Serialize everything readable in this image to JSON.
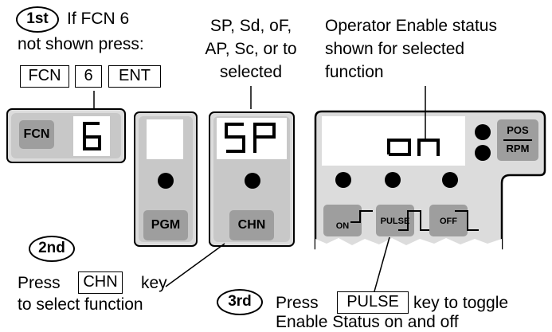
{
  "step1": {
    "badge": "1st",
    "line1": "If FCN 6",
    "line2": "not shown press:",
    "keys": [
      "FCN",
      "6",
      "ENT"
    ]
  },
  "sp_note": {
    "lines": [
      "SP, Sd, oF,",
      "AP, Sc, or to",
      "selected"
    ]
  },
  "op_note": {
    "lines": [
      "Operator Enable status",
      "shown for selected",
      "function"
    ]
  },
  "panel_fcn": {
    "key_label": "FCN",
    "display": "6"
  },
  "panel_pgm": {
    "key_label": "PGM"
  },
  "panel_chn": {
    "key_label": "CHN",
    "display": "SP"
  },
  "panel_status": {
    "display": "on",
    "indicator_top": "POS",
    "indicator_bottom": "RPM",
    "keys": [
      {
        "label": "ON",
        "icon": "step-up-icon"
      },
      {
        "label": "PULSE",
        "icon": "pulse-icon"
      },
      {
        "label": "OFF",
        "icon": "step-down-icon"
      }
    ]
  },
  "step2": {
    "badge": "2nd",
    "press": "Press",
    "key": "CHN",
    "after": "key",
    "line2": "to select  function"
  },
  "step3": {
    "badge": "3rd",
    "press": "Press",
    "key": "PULSE",
    "after": "key to toggle",
    "line2": "Enable Status on and off"
  }
}
